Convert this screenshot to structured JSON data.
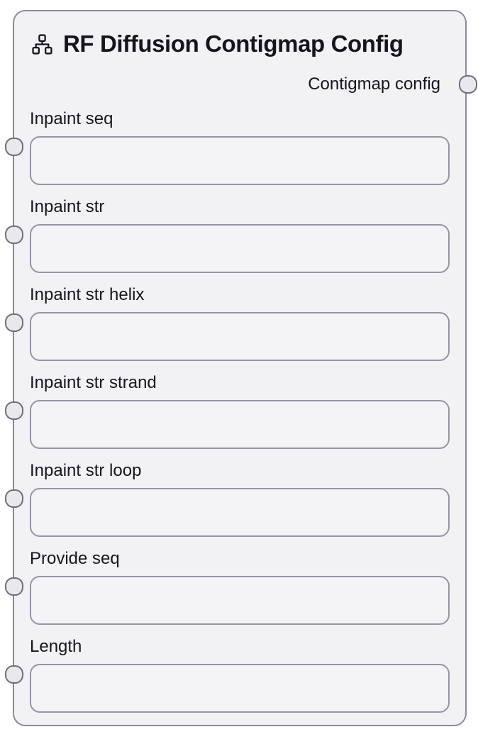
{
  "node": {
    "title": "RF Diffusion Contigmap Config",
    "icon": "sitemap-icon",
    "output": {
      "label": "Contigmap config"
    },
    "fields": [
      {
        "label": "Inpaint seq",
        "value": ""
      },
      {
        "label": "Inpaint str",
        "value": ""
      },
      {
        "label": "Inpaint str helix",
        "value": ""
      },
      {
        "label": "Inpaint str strand",
        "value": ""
      },
      {
        "label": "Inpaint str loop",
        "value": ""
      },
      {
        "label": "Provide seq",
        "value": ""
      },
      {
        "label": "Length",
        "value": ""
      }
    ]
  },
  "colors": {
    "canvas_bg": "#ffffff",
    "node_bg": "#f2f2f5",
    "node_border": "#8a8a9c",
    "field_bg": "#f4f4f7",
    "field_border": "#9595a5",
    "port_fill": "#e9e9ed",
    "port_border": "#6e6e7e",
    "text": "#15161d"
  }
}
